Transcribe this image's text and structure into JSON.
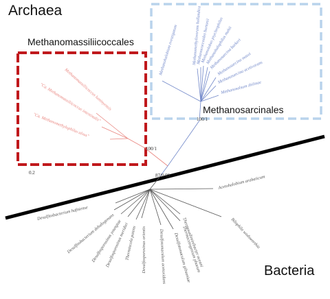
{
  "titles": {
    "archaea": "Archaea",
    "bacteria": "Bacteria",
    "methanomassiliicoccales": "Methanomassiliicoccales",
    "methanosarcinales": "Methanosarcinales"
  },
  "colors": {
    "methanomass_box": "#c0181c",
    "methanomass_taxa": "#e9847e",
    "methanosarc_box": "#b9d3ec",
    "methanosarc_taxa": "#6f86c8",
    "bacteria_taxa": "#555555",
    "divider": "#000000"
  },
  "methanosarcinales_taxa": [
    "Methanohalobium evestigatum",
    "Methanosalsum zhilinae",
    "Methanosarcina acetivorans",
    "Methanosarcina mazei",
    "Methanosarcina barkeri",
    "Methanohalophilus mahii",
    "Methanolobus psychrophilus",
    "Methanococcoides burtonii",
    "Methanomethylovorans hollandica"
  ],
  "methanomassiliicoccales_taxa": [
    "Methanomassiliicoccus luminyensis",
    "\"Ca. Methanomassiliicoccus intestinalis\"",
    "\"Ca. Methanomethylophilus alvus\""
  ],
  "bacteria_taxa": [
    "Acetohalobium arabaticum",
    "Bilophila wadsworthia",
    "Thermosediminibacter oceani",
    "Thermacetogenium phaeum",
    "Desulfotomaculum gibsoniae",
    "Desulfotomaculum acetoxidans",
    "Desulfosporosinus orientis",
    "Thermincola potens",
    "Desulfosporosinus meridiei",
    "Desulfosporosinus youngiae",
    "Desulfitobacterium dehalogenans",
    "Desulfitobacterium hafniense"
  ],
  "support_values": {
    "methanomass_node": "100/1",
    "methanosarc_node": "100/1",
    "root_node": "87/0.99"
  },
  "scale_label": "0.2"
}
